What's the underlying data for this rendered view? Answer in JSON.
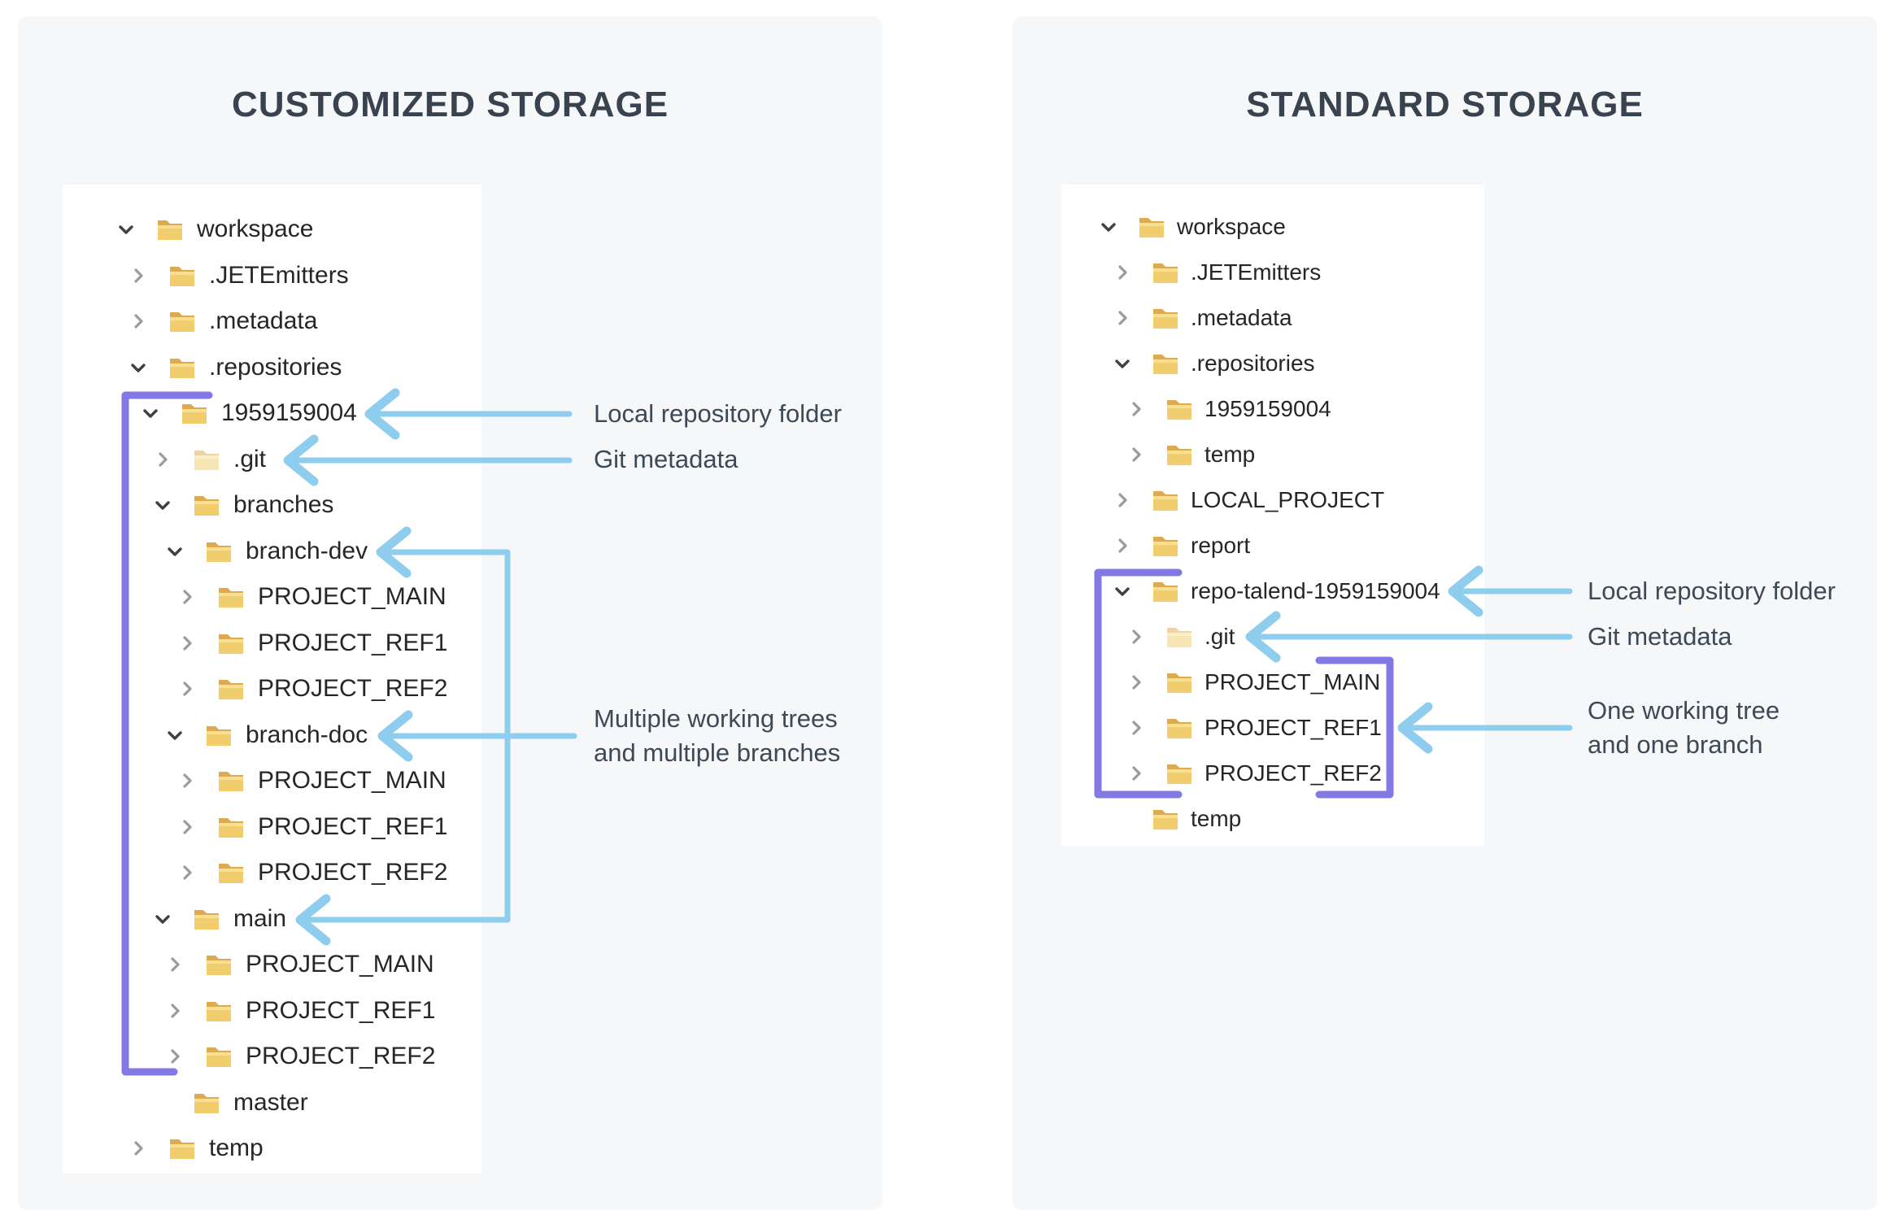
{
  "colors": {
    "arrow_blue": "#8ecdee",
    "bracket_purple": "#8379e5",
    "panel_bg": "#f6f7f8",
    "card_bg": "#ffffff",
    "title_text": "#39424f",
    "tree_text": "#262626",
    "annotation_text": "#3d4956",
    "folder_front": "#f2cd6d",
    "folder_back": "#dfa94e",
    "chevron_expanded": "#404040",
    "chevron_collapsed": "#9b9b9b"
  },
  "panels": [
    {
      "id": "customized",
      "title": "CUSTOMIZED STORAGE",
      "tree": [
        {
          "label": "workspace",
          "level": 0,
          "expander": "expanded",
          "icon": "folder-icon"
        },
        {
          "label": ".JETEmitters",
          "level": 1,
          "expander": "collapsed",
          "icon": "folder-icon"
        },
        {
          "label": ".metadata",
          "level": 1,
          "expander": "collapsed",
          "icon": "folder-icon"
        },
        {
          "label": ".repositories",
          "level": 1,
          "expander": "expanded",
          "icon": "folder-icon"
        },
        {
          "label": "1959159004",
          "level": 2,
          "expander": "expanded",
          "icon": "folder-icon"
        },
        {
          "label": ".git",
          "level": 3,
          "expander": "collapsed",
          "icon": "folder-dim-icon"
        },
        {
          "label": "branches",
          "level": 3,
          "expander": "expanded",
          "icon": "folder-icon"
        },
        {
          "label": "branch-dev",
          "level": 4,
          "expander": "expanded",
          "icon": "folder-icon"
        },
        {
          "label": "PROJECT_MAIN",
          "level": 5,
          "expander": "collapsed",
          "icon": "folder-icon"
        },
        {
          "label": "PROJECT_REF1",
          "level": 5,
          "expander": "collapsed",
          "icon": "folder-icon"
        },
        {
          "label": "PROJECT_REF2",
          "level": 5,
          "expander": "collapsed",
          "icon": "folder-icon"
        },
        {
          "label": "branch-doc",
          "level": 4,
          "expander": "expanded",
          "icon": "folder-icon"
        },
        {
          "label": "PROJECT_MAIN",
          "level": 5,
          "expander": "collapsed",
          "icon": "folder-icon"
        },
        {
          "label": "PROJECT_REF1",
          "level": 5,
          "expander": "collapsed",
          "icon": "folder-icon"
        },
        {
          "label": "PROJECT_REF2",
          "level": 5,
          "expander": "collapsed",
          "icon": "folder-icon"
        },
        {
          "label": "main",
          "level": 3,
          "expander": "expanded",
          "icon": "folder-icon"
        },
        {
          "label": "PROJECT_MAIN",
          "level": 4,
          "expander": "collapsed",
          "icon": "folder-icon"
        },
        {
          "label": "PROJECT_REF1",
          "level": 4,
          "expander": "collapsed",
          "icon": "folder-icon"
        },
        {
          "label": "PROJECT_REF2",
          "level": 4,
          "expander": "collapsed",
          "icon": "folder-icon"
        },
        {
          "label": "master",
          "level": 3,
          "expander": "none",
          "icon": "folder-icon"
        },
        {
          "label": "temp",
          "level": 1,
          "expander": "collapsed",
          "icon": "folder-icon"
        }
      ],
      "annotations": [
        {
          "lines": [
            "Local repository folder"
          ]
        },
        {
          "lines": [
            "Git metadata"
          ]
        },
        {
          "lines": [
            "Multiple working trees",
            "and multiple branches"
          ]
        }
      ]
    },
    {
      "id": "standard",
      "title": "STANDARD STORAGE",
      "tree": [
        {
          "label": "workspace",
          "level": 0,
          "expander": "expanded",
          "icon": "folder-icon"
        },
        {
          "label": ".JETEmitters",
          "level": 1,
          "expander": "collapsed",
          "icon": "folder-icon"
        },
        {
          "label": ".metadata",
          "level": 1,
          "expander": "collapsed",
          "icon": "folder-icon"
        },
        {
          "label": ".repositories",
          "level": 1,
          "expander": "expanded",
          "icon": "folder-icon"
        },
        {
          "label": "1959159004",
          "level": 2,
          "expander": "collapsed",
          "icon": "folder-icon"
        },
        {
          "label": "temp",
          "level": 2,
          "expander": "collapsed",
          "icon": "folder-icon"
        },
        {
          "label": "LOCAL_PROJECT",
          "level": 1,
          "expander": "collapsed",
          "icon": "folder-icon"
        },
        {
          "label": "report",
          "level": 1,
          "expander": "collapsed",
          "icon": "folder-icon"
        },
        {
          "label": "repo-talend-1959159004",
          "level": 1,
          "expander": "expanded",
          "icon": "folder-icon"
        },
        {
          "label": ".git",
          "level": 2,
          "expander": "collapsed",
          "icon": "folder-dim-icon"
        },
        {
          "label": "PROJECT_MAIN",
          "level": 2,
          "expander": "collapsed",
          "icon": "folder-icon"
        },
        {
          "label": "PROJECT_REF1",
          "level": 2,
          "expander": "collapsed",
          "icon": "folder-icon"
        },
        {
          "label": "PROJECT_REF2",
          "level": 2,
          "expander": "collapsed",
          "icon": "folder-icon"
        },
        {
          "label": "temp",
          "level": 1,
          "expander": "none",
          "icon": "folder-icon"
        }
      ],
      "annotations": [
        {
          "lines": [
            "Local repository folder"
          ]
        },
        {
          "lines": [
            "Git metadata"
          ]
        },
        {
          "lines": [
            "One working tree",
            "and one branch"
          ]
        }
      ]
    }
  ]
}
